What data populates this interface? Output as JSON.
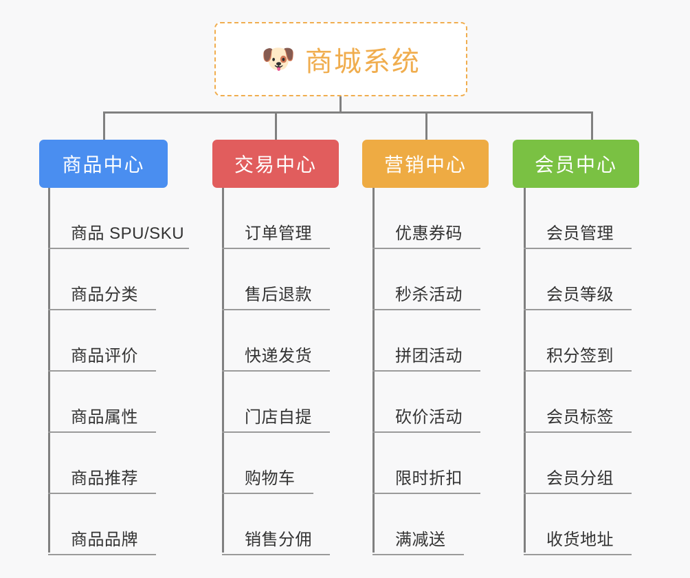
{
  "root": {
    "icon": "shiba-dog-face-emoji",
    "emoji": "🐶",
    "title": "商城系统",
    "border_color": "#f0ad4e",
    "text_color": "#f0ad4e"
  },
  "canvas": {
    "background_color": "#f8f8f9",
    "connector_color": "#808080"
  },
  "branches": [
    {
      "header": "商品中心",
      "color": "#4a8ef0",
      "items": [
        "商品 SPU/SKU",
        "商品分类",
        "商品评价",
        "商品属性",
        "商品推荐",
        "商品品牌"
      ]
    },
    {
      "header": "交易中心",
      "color": "#e15d5d",
      "items": [
        "订单管理",
        "售后退款",
        "快递发货",
        "门店自提",
        "购物车",
        "销售分佣"
      ]
    },
    {
      "header": "营销中心",
      "color": "#eeab43",
      "items": [
        "优惠券码",
        "秒杀活动",
        "拼团活动",
        "砍价活动",
        "限时折扣",
        "满减送"
      ]
    },
    {
      "header": "会员中心",
      "color": "#7ac143",
      "items": [
        "会员管理",
        "会员等级",
        "积分签到",
        "会员标签",
        "会员分组",
        "收货地址"
      ]
    }
  ]
}
